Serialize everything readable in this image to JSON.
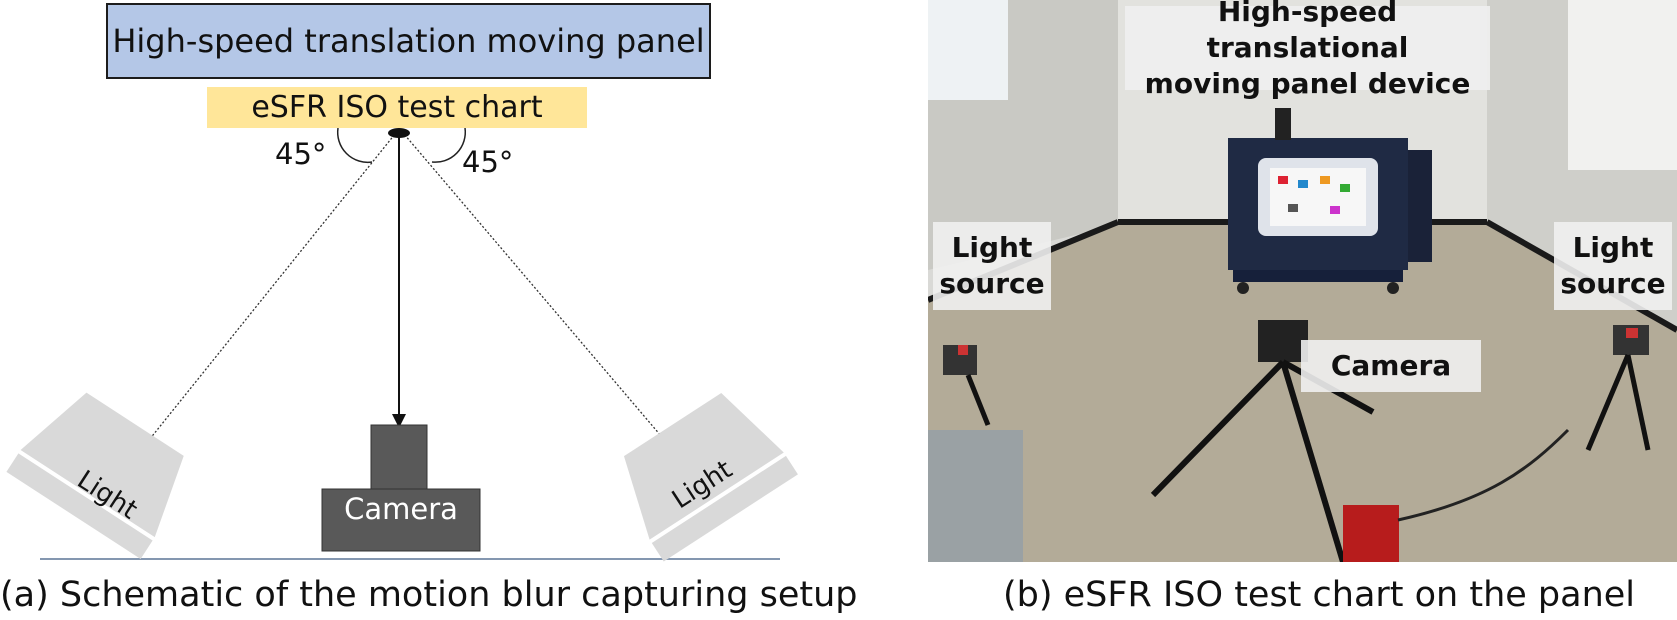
{
  "schematic": {
    "panel_label": "High-speed translation moving panel",
    "chart_label": "eSFR ISO test chart",
    "angle_left": "45°",
    "angle_right": "45°",
    "light_left": "Light",
    "light_right": "Light",
    "camera_label": "Camera",
    "colors": {
      "panel": "#b4c7e7",
      "chart": "#ffe699",
      "camera": "#595959",
      "light": "#d9d9d9",
      "floor": "#8497b0"
    }
  },
  "photo": {
    "label_panel_device": "High-speed translational\nmoving panel device",
    "label_light_left": "Light\nsource",
    "label_light_right": "Light\nsource",
    "label_camera": "Camera"
  },
  "captions": {
    "left": "(a) Schematic of the motion blur capturing setup",
    "right": "(b) eSFR ISO test chart on the panel"
  }
}
